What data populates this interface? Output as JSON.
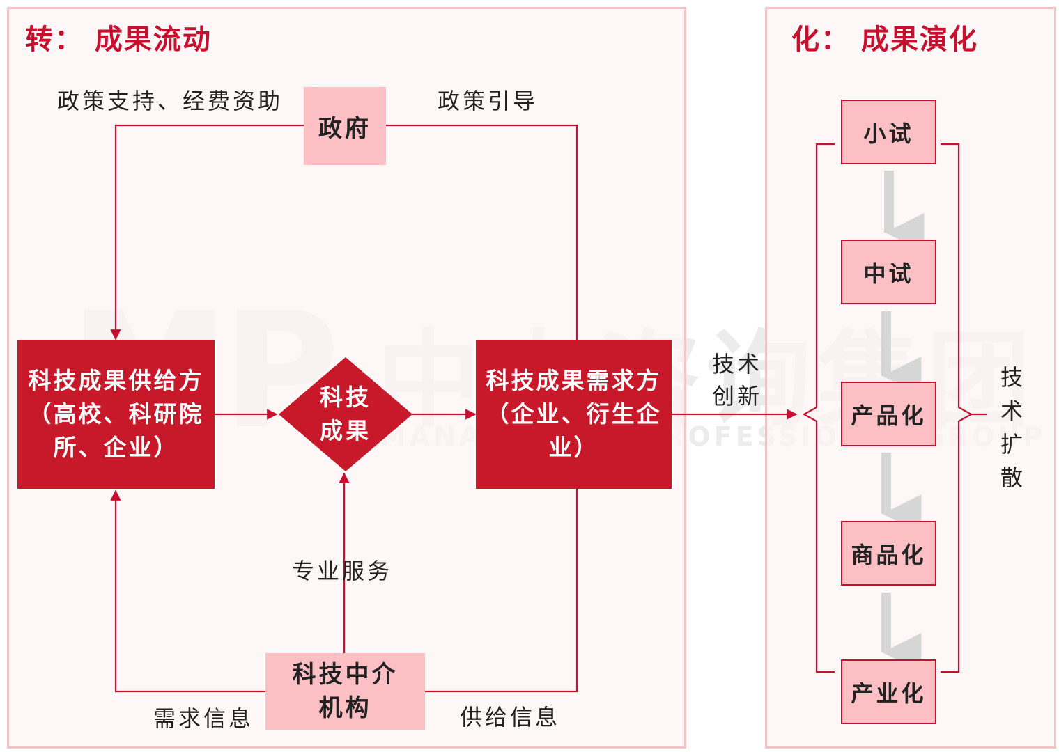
{
  "colors": {
    "accent": "#c8102e",
    "dark_box": "#c8192b",
    "light_box": "#fbbfc4",
    "panel_bg": "#fdf4f4",
    "panel_border": "#f2c6c6",
    "gray_arrow": "#d6d6d6"
  },
  "watermark": {
    "logo": "MP",
    "cn": "中大咨询集团",
    "en": "MANAGEMENT PROFESSIONAL GROUP"
  },
  "left_panel": {
    "title": "转：  成果流动",
    "government": "政府",
    "label_policy_support": "政策支持、经费资助",
    "label_policy_guide": "政策引导",
    "supplier": "科技成果供给方（高校、科研院所、企业）",
    "achievement": "科技成果",
    "demander": "科技成果需求方（企业、衍生企业）",
    "label_professional_service": "专业服务",
    "intermediary": "科技中介机构",
    "label_demand_info": "需求信息",
    "label_supply_info": "供给信息"
  },
  "middle": {
    "label_tech_innovation": "技术创新"
  },
  "right_panel": {
    "title": "化：  成果演化",
    "stages": [
      "小试",
      "中试",
      "产品化",
      "商品化",
      "产业化"
    ],
    "label_tech_diffusion": "技术扩散"
  }
}
